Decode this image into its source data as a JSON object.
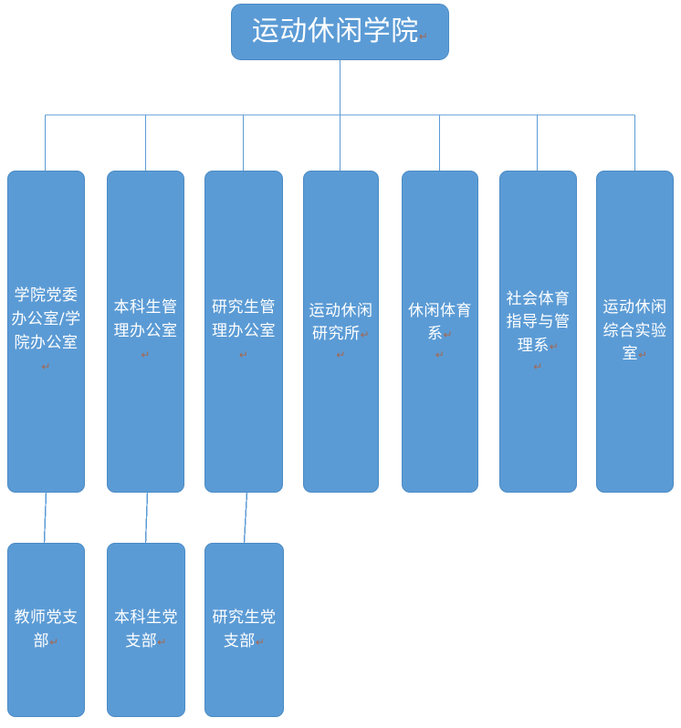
{
  "diagram": {
    "type": "organizational-chart",
    "title": "运动休闲学院",
    "theme": {
      "node_fill": "#5B9BD5",
      "node_border": "#4A8AC4",
      "node_text": "#FFFFFF",
      "connector": "#5B9BD5",
      "paragraph_mark": "#A5674E",
      "background": "#FFFFFF"
    },
    "paragraph_mark_glyph": "↵",
    "root": {
      "id": "root",
      "label": "运动休闲学院",
      "trailing_marks": 1
    },
    "level1": [
      {
        "id": "u1",
        "label": "学院党委办公室/学院办公室",
        "trailing_marks": 1,
        "has_child": true
      },
      {
        "id": "u2",
        "label": "本科生管理办公室",
        "trailing_marks": 1,
        "has_child": true
      },
      {
        "id": "u3",
        "label": "研究生管理办公室",
        "trailing_marks": 1,
        "has_child": true
      },
      {
        "id": "u4",
        "label": "运动休闲研究所",
        "trailing_marks": 2,
        "has_child": false
      },
      {
        "id": "u5",
        "label": "休闲体育系",
        "trailing_marks": 2,
        "has_child": false
      },
      {
        "id": "u6",
        "label": "社会体育指导与管理系",
        "trailing_marks": 2,
        "has_child": false
      },
      {
        "id": "u7",
        "label": "运动休闲综合实验室",
        "trailing_marks": 1,
        "has_child": false
      }
    ],
    "level2": [
      {
        "id": "b1",
        "label": "教师党支部",
        "trailing_marks": 1,
        "parent": "u1"
      },
      {
        "id": "b2",
        "label": "本科生党支部",
        "trailing_marks": 1,
        "parent": "u2"
      },
      {
        "id": "b3",
        "label": "研究生党支部",
        "trailing_marks": 1,
        "parent": "u3"
      }
    ]
  }
}
